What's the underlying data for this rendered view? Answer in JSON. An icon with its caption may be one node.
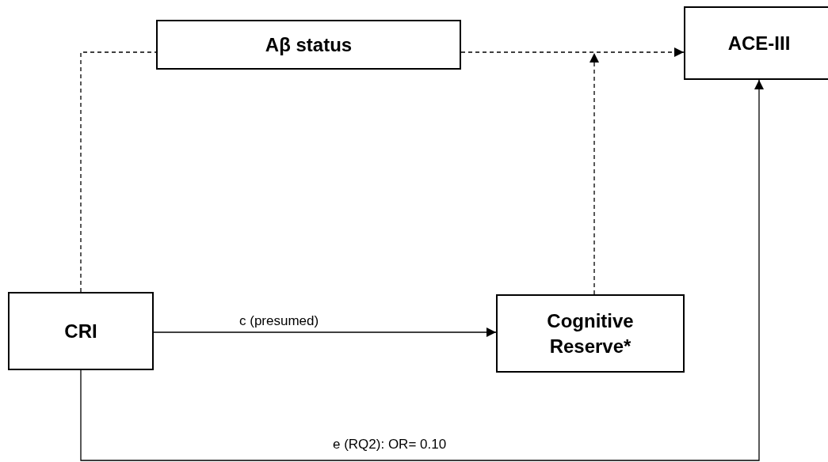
{
  "diagram": {
    "nodes": [
      {
        "text": [
          "Aβ status"
        ]
      },
      {
        "text": [
          "ACE-III"
        ]
      },
      {
        "text": [
          "CRI"
        ]
      },
      {
        "text": [
          "Cognitive Reserve*"
        ]
      }
    ],
    "edges": [
      {
        "from": 2,
        "to": 0,
        "arrow": "none",
        "style": "dashed"
      },
      {
        "from": 0,
        "to": 1,
        "arrow": "to",
        "style": "dashed"
      },
      {
        "from": 3,
        "to": null,
        "arrow": "to",
        "style": "dashed"
      },
      {
        "from": 2,
        "to": 3,
        "arrow": "to",
        "label": "c (presumed)"
      },
      {
        "from": 2,
        "to": 1,
        "arrow": "to",
        "label": "e (RQ2): OR= 0.10"
      }
    ]
  }
}
